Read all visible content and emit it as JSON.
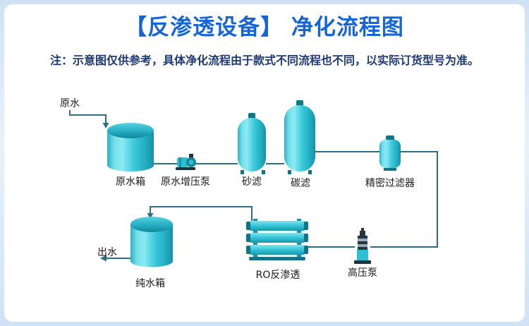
{
  "header": {
    "title": "【反渗透设备】 净化流程图",
    "note": "注：示意图仅供参考，具体净化流程由于款式不同流程也不同，以实际订货型号为准。"
  },
  "diagram": {
    "type": "process-flow",
    "inlet_label": "原水",
    "outlet_label": "出水",
    "components": [
      {
        "id": "raw-water-tank",
        "label": "原水箱"
      },
      {
        "id": "raw-water-booster-pump",
        "label": "原水增压泵"
      },
      {
        "id": "sand-filter",
        "label": "砂滤"
      },
      {
        "id": "carbon-filter",
        "label": "碳滤"
      },
      {
        "id": "precision-filter",
        "label": "精密过滤器"
      },
      {
        "id": "high-pressure-pump",
        "label": "高压泵"
      },
      {
        "id": "ro-reverse-osmosis",
        "label": "RO反渗透"
      },
      {
        "id": "pure-water-tank",
        "label": "纯水箱"
      }
    ],
    "flow_order": [
      "原水",
      "原水箱",
      "原水增压泵",
      "砂滤",
      "碳滤",
      "精密过滤器",
      "高压泵",
      "RO反渗透",
      "纯水箱",
      "出水"
    ],
    "colors": {
      "title_blue": "#1565d8",
      "note_navy": "#1d3a75",
      "vessel_cyan": "#3cc9dc",
      "vessel_dark": "#117585",
      "pipe": "#2d6e82"
    }
  }
}
